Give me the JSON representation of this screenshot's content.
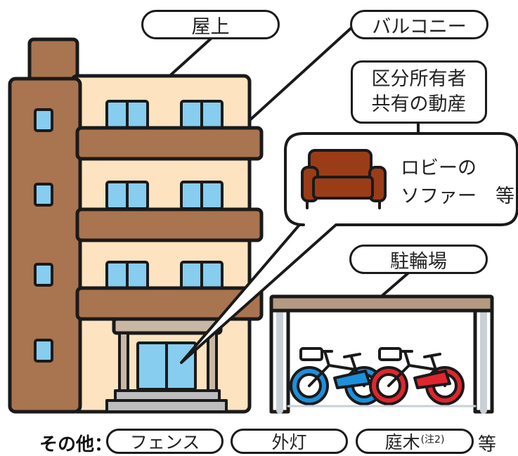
{
  "labels": {
    "roof": "屋上",
    "balcony": "バルコニー",
    "movable_line1": "区分所有者",
    "movable_line2": "共有の動産",
    "parking": "駐輪場"
  },
  "callout": {
    "line1": "ロビーの",
    "line2": "ソファー　等"
  },
  "other": {
    "label": "その他：",
    "items": [
      "フェンス",
      "外灯",
      "庭木"
    ],
    "tree_note": "(注2)",
    "etc": "等"
  },
  "colors": {
    "building_dark": "#a97450",
    "building_light": "#fde3bf",
    "window_blue": "#87cdef",
    "sofa": "#9b3c18",
    "roof_beam": "#b49a83",
    "bike_blue": "#1e8fdc",
    "bike_red": "#e0252e"
  },
  "icons": [
    "sofa-icon",
    "bicycle-icon"
  ]
}
